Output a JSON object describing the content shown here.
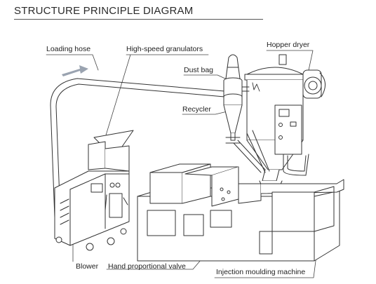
{
  "title": "STRUCTURE PRINCIPLE DIAGRAM",
  "labels": {
    "loading_hose": "Loading hose",
    "high_speed_granulators": "High-speed granulators",
    "hopper_dryer": "Hopper dryer",
    "dust_bag": "Dust bag",
    "recycler": "Recycler",
    "blower": "Blower",
    "hand_proportional_valve": "Hand proportional valve",
    "injection_moulding_machine": "Injection moulding machine"
  },
  "colors": {
    "line": "#333333",
    "arrow": "#9aa3b0",
    "leader": "#444444"
  }
}
